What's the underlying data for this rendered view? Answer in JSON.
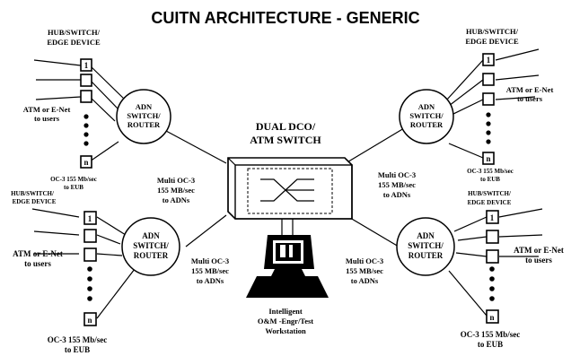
{
  "title": "CUITN ARCHITECTURE - GENERIC",
  "center": {
    "line1": "DUAL DCO/",
    "line2": "ATM SWITCH"
  },
  "router": {
    "line1": "ADN",
    "line2": "SWITCH/",
    "line3": "ROUTER"
  },
  "edge": {
    "line1": "HUB/SWITCH/",
    "line2": "EDGE DEVICE"
  },
  "edge_tl": {
    "line1": "HUB/SWITCH/",
    "line2": "EDGE DEVICE"
  },
  "edge_tr": {
    "line1": "HUB/SWITCH/",
    "line2": "EDGE DEVICE"
  },
  "edge_bl": {
    "line1": "HUB/SWITCH/",
    "line2": "EDGE DEVICE"
  },
  "edge_br": {
    "line1": "HUB/SWITCH/",
    "line2": "EDGE DEVICE"
  },
  "atm_users": {
    "line1": "ATM or E-Net",
    "line2": "to users"
  },
  "eub": {
    "line1": "OC-3 155 Mb/sec",
    "line2": "to EUB"
  },
  "multi": {
    "line1": "Multi OC-3",
    "line2": "155 MB/sec",
    "line3": "to ADNs"
  },
  "box_first": "1",
  "box_last": "n",
  "workstation": {
    "line1": "Intelligent",
    "line2": "O&M -Engr/Test",
    "line3": "Workstation"
  }
}
